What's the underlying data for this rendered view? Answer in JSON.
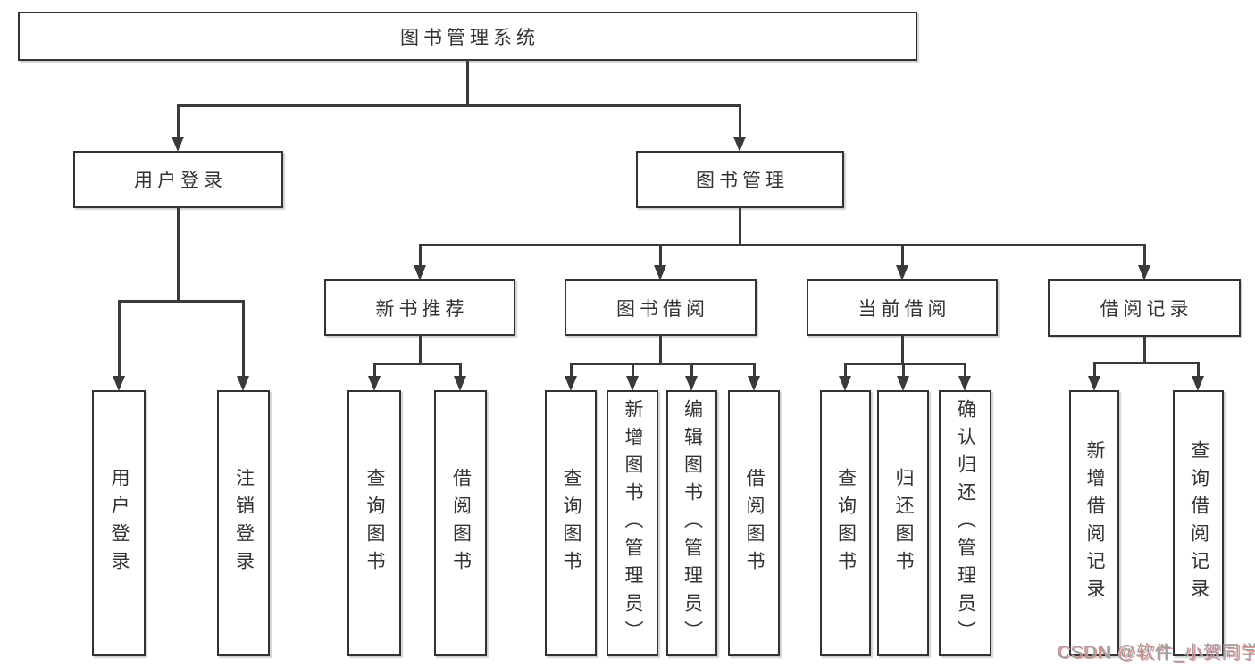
{
  "diagram": {
    "tree": {
      "id": "library-mgmt-system",
      "label": "图书管理系统",
      "children": [
        {
          "id": "user-login",
          "label": "用户登录",
          "children": [
            {
              "id": "user-login-leaf",
              "label": "用户登录"
            },
            {
              "id": "logout",
              "label": "注销登录"
            }
          ]
        },
        {
          "id": "book-mgmt",
          "label": "图书管理",
          "children": [
            {
              "id": "new-book-rec",
              "label": "新书推荐",
              "children": [
                {
                  "id": "query-book-a",
                  "label": "查询图书"
                },
                {
                  "id": "borrow-book-a",
                  "label": "借阅图书"
                }
              ]
            },
            {
              "id": "book-borrow",
              "label": "图书借阅",
              "children": [
                {
                  "id": "query-book-b",
                  "label": "查询图书"
                },
                {
                  "id": "add-book-admin",
                  "label": "新增图书（管理员）"
                },
                {
                  "id": "edit-book-admin",
                  "label": "编辑图书（管理员）"
                },
                {
                  "id": "borrow-book-b",
                  "label": "借阅图书"
                }
              ]
            },
            {
              "id": "current-borrow",
              "label": "当前借阅",
              "children": [
                {
                  "id": "query-book-c",
                  "label": "查询图书"
                },
                {
                  "id": "return-book",
                  "label": "归还图书"
                },
                {
                  "id": "confirm-return-admin",
                  "label": "确认归还（管理员）"
                }
              ]
            },
            {
              "id": "borrow-records",
              "label": "借阅记录",
              "children": [
                {
                  "id": "add-borrow-record",
                  "label": "新增借阅记录"
                },
                {
                  "id": "query-borrow-record",
                  "label": "查询借阅记录"
                }
              ]
            }
          ]
        }
      ]
    },
    "colors": {
      "line": "#3a3a3a",
      "border": "#333333",
      "text": "#333333",
      "background": "#ffffff",
      "watermark": "#9e9e9e",
      "watermark_shadow": "#e2918f"
    }
  },
  "watermark": {
    "text": "CSDN @软件_小贺同学"
  }
}
